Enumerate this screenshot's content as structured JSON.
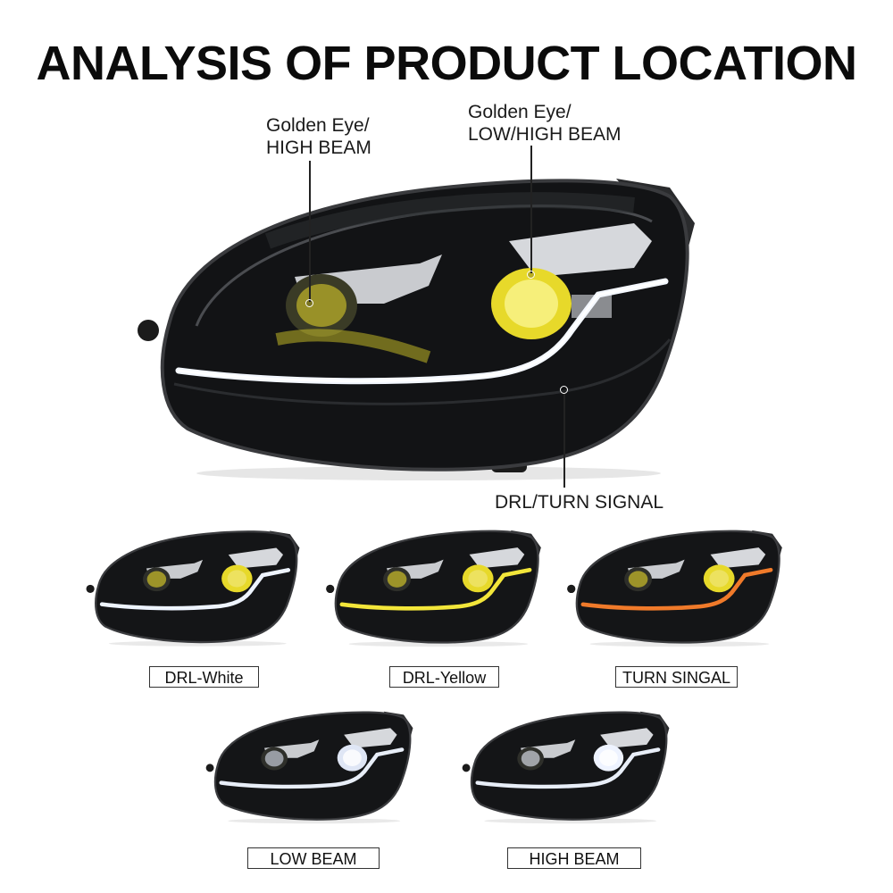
{
  "title": "ANALYSIS OF PRODUCT LOCATION",
  "callouts": {
    "left": {
      "line1": "Golden Eye/",
      "line2": "HIGH BEAM"
    },
    "right": {
      "line1": "Golden Eye/",
      "line2": "LOW/HIGH BEAM"
    },
    "bottom": "DRL/TURN SIGNAL"
  },
  "variants": [
    {
      "label": "DRL-White",
      "drl_color": "#eef4ff",
      "lens_color": "#e7d92a"
    },
    {
      "label": "DRL-Yellow",
      "drl_color": "#f3e63a",
      "lens_color": "#e7d92a"
    },
    {
      "label": "TURN SINGAL",
      "drl_color": "#f07a2a",
      "lens_color": "#e7d92a"
    },
    {
      "label": "LOW BEAM",
      "drl_color": "#e8eef8",
      "lens_color": "#dfe6f5"
    },
    {
      "label": "HIGH BEAM",
      "drl_color": "#e8eef8",
      "lens_color": "#eef3ff"
    }
  ],
  "colors": {
    "housing": "#151618",
    "accent_yellow": "#e7d92a"
  }
}
